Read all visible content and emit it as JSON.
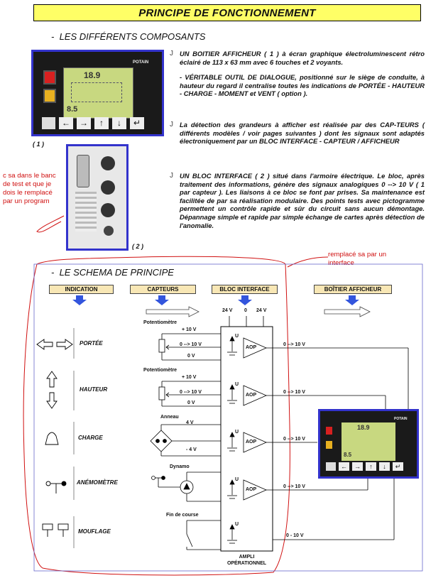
{
  "title": "PRINCIPE DE FONCTIONNEMENT",
  "section1": {
    "dash": "-",
    "title": "LES DIFFÉRENTS COMPOSANTS"
  },
  "display_device": {
    "logo": "POTAIN",
    "reading_main": "18.9",
    "reading_small": "8.5",
    "caption": "( 1 )"
  },
  "interface_caption": "( 2 )",
  "bullet_symbol": "J",
  "paragraphs": {
    "p1": "UN BOITIER AFFICHEUR ( 1 ) à écran graphique électroluminescent rétro éclairé de 113 x 63 mm avec 6 touches et 2 voyants.",
    "p2": "- VÉRITABLE OUTIL DE DIALOGUE, positionné sur le siège de conduite, à hauteur du regard il centralise toutes les indications de PORTÉE - HAUTEUR - CHARGE - MOMENT et VENT ( option ).",
    "p3": "La détection des grandeurs à afficher est réalisée par des CAP-TEURS ( différents modèles / voir pages suivantes ) dont les signaux sont adaptés électroniquement par un BLOC INTERFACE - CAPTEUR / AFFICHEUR",
    "p4": "UN BLOC INTERFACE ( 2 ) situé dans l'armoire électrique. Le bloc, après traitement des informations, génère des signaux analogiques 0 --> 10 V ( 1 par capteur ). Les liaisons à ce bloc se font par prises. Sa maintenance est facilitée de par sa réalisation modulaire. Des points tests avec pictogramme permettent un contrôle rapide et sûr du circuit sans aucun démontage. Dépannage simple et rapide par simple échange de cartes après détection de l'anomalie."
  },
  "annotations": {
    "left": "c sa dans le banc de test et que je dois le remplacé par un program",
    "right": "remplacé sa par un interface"
  },
  "section2": {
    "dash": "-",
    "title": "LE SCHEMA DE PRINCIPE"
  },
  "headers": {
    "indication": "INDICATION",
    "capteurs": "CAPTEURS",
    "bloc": "BLOC INTERFACE",
    "afficheur": "BOÎTIER AFFICHEUR"
  },
  "supply": {
    "v1": "24 V",
    "v2": "0",
    "v3": "24 V"
  },
  "rows": [
    {
      "label": "PORTÉE",
      "sensor": "Potentiomètre",
      "v_top": "+ 10 V",
      "v_mid": "0 --> 10 V",
      "v_bot": "0 V",
      "out": "0 --> 10 V"
    },
    {
      "label": "HAUTEUR",
      "sensor": "Potentiomètre",
      "v_top": "+ 10 V",
      "v_mid": "0 --> 10 V",
      "v_bot": "0 V",
      "out": "0 --> 10 V"
    },
    {
      "label": "CHARGE",
      "sensor": "Anneau",
      "v_top": "4 V",
      "v_bot": "- 4 V",
      "out": "0 --> 10 V"
    },
    {
      "label": "ANÉMOMÈTRE",
      "sensor": "Dynamo",
      "out": "0 --> 10 V"
    },
    {
      "label": "MOUFLAGE",
      "sensor": "Fin de course",
      "out": "0 - 10 V"
    }
  ],
  "aop_label": "AOP",
  "u_label": "U",
  "ampli": {
    "line1": "AMPLI",
    "line2": "OPÉRATIONNEL"
  },
  "colors": {
    "title_bg": "#ffff66",
    "header_bg": "#f8e7b5",
    "frame_blue": "#3333cc",
    "annotation_red": "#d01010",
    "arrow_blue": "#3355dd"
  }
}
